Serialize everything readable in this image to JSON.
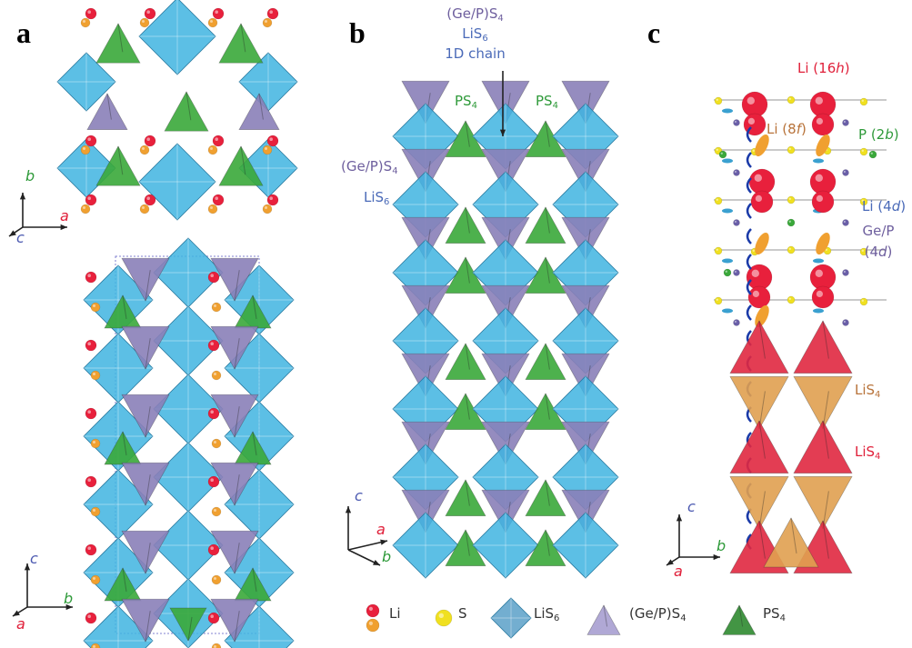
{
  "panels": {
    "a": {
      "label": "a",
      "axes_top": {
        "x": "a",
        "y": "b",
        "z": "c"
      },
      "axes_bottom": {
        "x": "b",
        "y": "c",
        "z": "a"
      }
    },
    "b": {
      "label": "b",
      "top_label": {
        "line1": "(Ge/P)S",
        "line1_sub": "4",
        "line2": "LiS",
        "line2_sub": "6",
        "line3": "1D chain"
      },
      "ps4_left": {
        "text": "PS",
        "sub": "4"
      },
      "ps4_right": {
        "text": "PS",
        "sub": "4"
      },
      "gep_side": {
        "text": "(Ge/P)S",
        "sub": "4"
      },
      "lis6_side": {
        "text": "LiS",
        "sub": "6"
      },
      "axes": {
        "up": "c",
        "right": "a",
        "down": "b"
      }
    },
    "c": {
      "label": "c",
      "li16h": {
        "text": "Li (16",
        "site": "h",
        "close": ")"
      },
      "li8f": {
        "text": "Li (8",
        "site": "f",
        "close": ")"
      },
      "p2b": {
        "text": "P (2",
        "site": "b",
        "close": ")"
      },
      "li4d": {
        "text": "Li (4",
        "site": "d",
        "close": ")"
      },
      "gep4d": {
        "line1": "Ge/P",
        "text": "(4",
        "site": "d",
        "close": ")"
      },
      "lis4_upper": {
        "text": "LiS",
        "sub": "4"
      },
      "lis4_lower": {
        "text": "LiS",
        "sub": "4"
      },
      "axes": {
        "up": "c",
        "right": "b",
        "down": "a"
      }
    }
  },
  "legend": {
    "li": "Li",
    "s": "S",
    "lis6": {
      "text": "LiS",
      "sub": "6"
    },
    "gep": {
      "text": "(Ge/P)S",
      "sub": "4"
    },
    "ps4": {
      "text": "PS",
      "sub": "4"
    }
  },
  "colors": {
    "li_red": "#e8203c",
    "li_orange": "#f0a030",
    "s_yellow": "#f0e020",
    "lis6": "#3fb4e0",
    "gep": "#8a7fb8",
    "ps4": "#3aa83a",
    "lis4_red": "#e02840",
    "lis4_orange": "#e0a050"
  }
}
